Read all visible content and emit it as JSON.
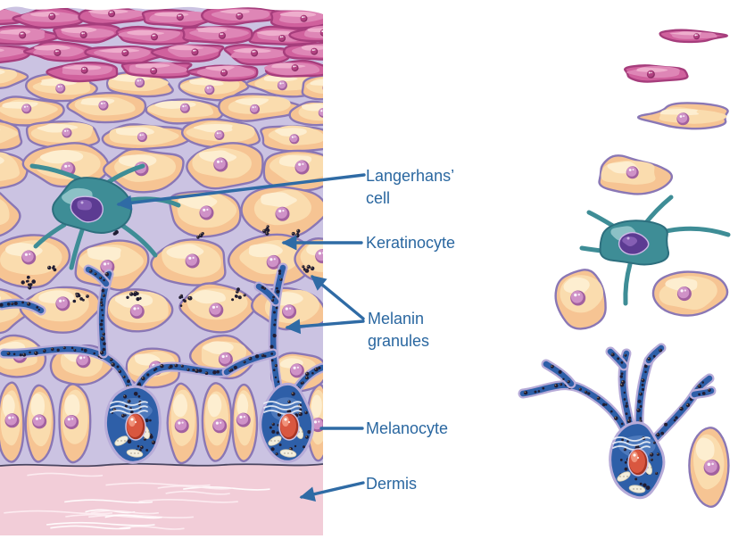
{
  "labels": {
    "langerhans": {
      "line1": "Langerhans’",
      "line2": "cell"
    },
    "keratinocyte": "Keratinocyte",
    "melanin": {
      "line1": "Melanin",
      "line2": "granules"
    },
    "melanocyte": "Melanocyte",
    "dermis": "Dermis"
  },
  "colors": {
    "label_text": "#2a67a0",
    "arrow": "#2f6ba5",
    "magenta_cell": "#d0619d",
    "magenta_light": "#de86b6",
    "magenta_highlight": "#eeb0cf",
    "magenta_outline": "#a63d7c",
    "magenta_nucleus": "#b24181",
    "magenta_nucleus_ring": "#8c2f66",
    "peach_cell": "#f6c493",
    "peach_light": "#fadcae",
    "peach_highlight": "#fdeed2",
    "matrix_outline": "#8a77b5",
    "matrix_bg": "#cbc3e2",
    "nucleus_pink": "#cf92c7",
    "nucleus_ring": "#a2609f",
    "langerhans_body": "#3e8d96",
    "langerhans_dark": "#2d6f7e",
    "langerhans_light": "#a7d3d6",
    "langerhans_nucleus": "#5c3b92",
    "melanocyte_body": "#2e5fa8",
    "melanocyte_light": "#6b93cf",
    "granule": "#201d33",
    "granule_glint": "#a18a6b",
    "melanocyte_nucleus": "#d95740",
    "melanocyte_nucleus_ring": "#a63524",
    "organelle": "#f3eedd",
    "dermis": "#f2cdd8",
    "dermis_streak": "#fdeef3",
    "basement": "#4a4661"
  }
}
